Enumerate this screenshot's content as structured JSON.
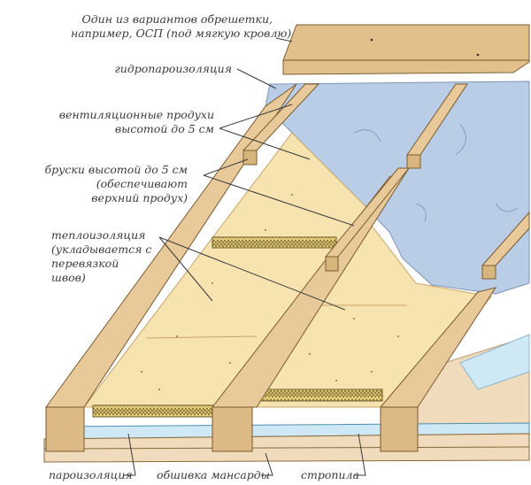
{
  "labels": {
    "sheathing": [
      "Один из вариантов обрешетки,",
      "например, ОСП (под мягкую кровлю)"
    ],
    "membrane": "гидропароизоляция",
    "vents": [
      "вентиляционные продухи",
      "высотой до 5 см"
    ],
    "battens": [
      "бруски высотой до 5 см",
      "(обеспечивают",
      "верхний продух)"
    ],
    "insulation": [
      "теплоизоляция",
      "(укладывается с",
      "перевязкой",
      "швов)"
    ],
    "vapor_barrier": "пароизоляция",
    "lining": "обшивка мансарды",
    "rafters": "стропила"
  },
  "colors": {
    "wood": "#e8c99a",
    "wood_dark": "#c9a46c",
    "insulation": "#f6e3b0",
    "membrane": "#b9cde6",
    "vapor": "#cfe8f5",
    "line": "#3a3a3a"
  }
}
